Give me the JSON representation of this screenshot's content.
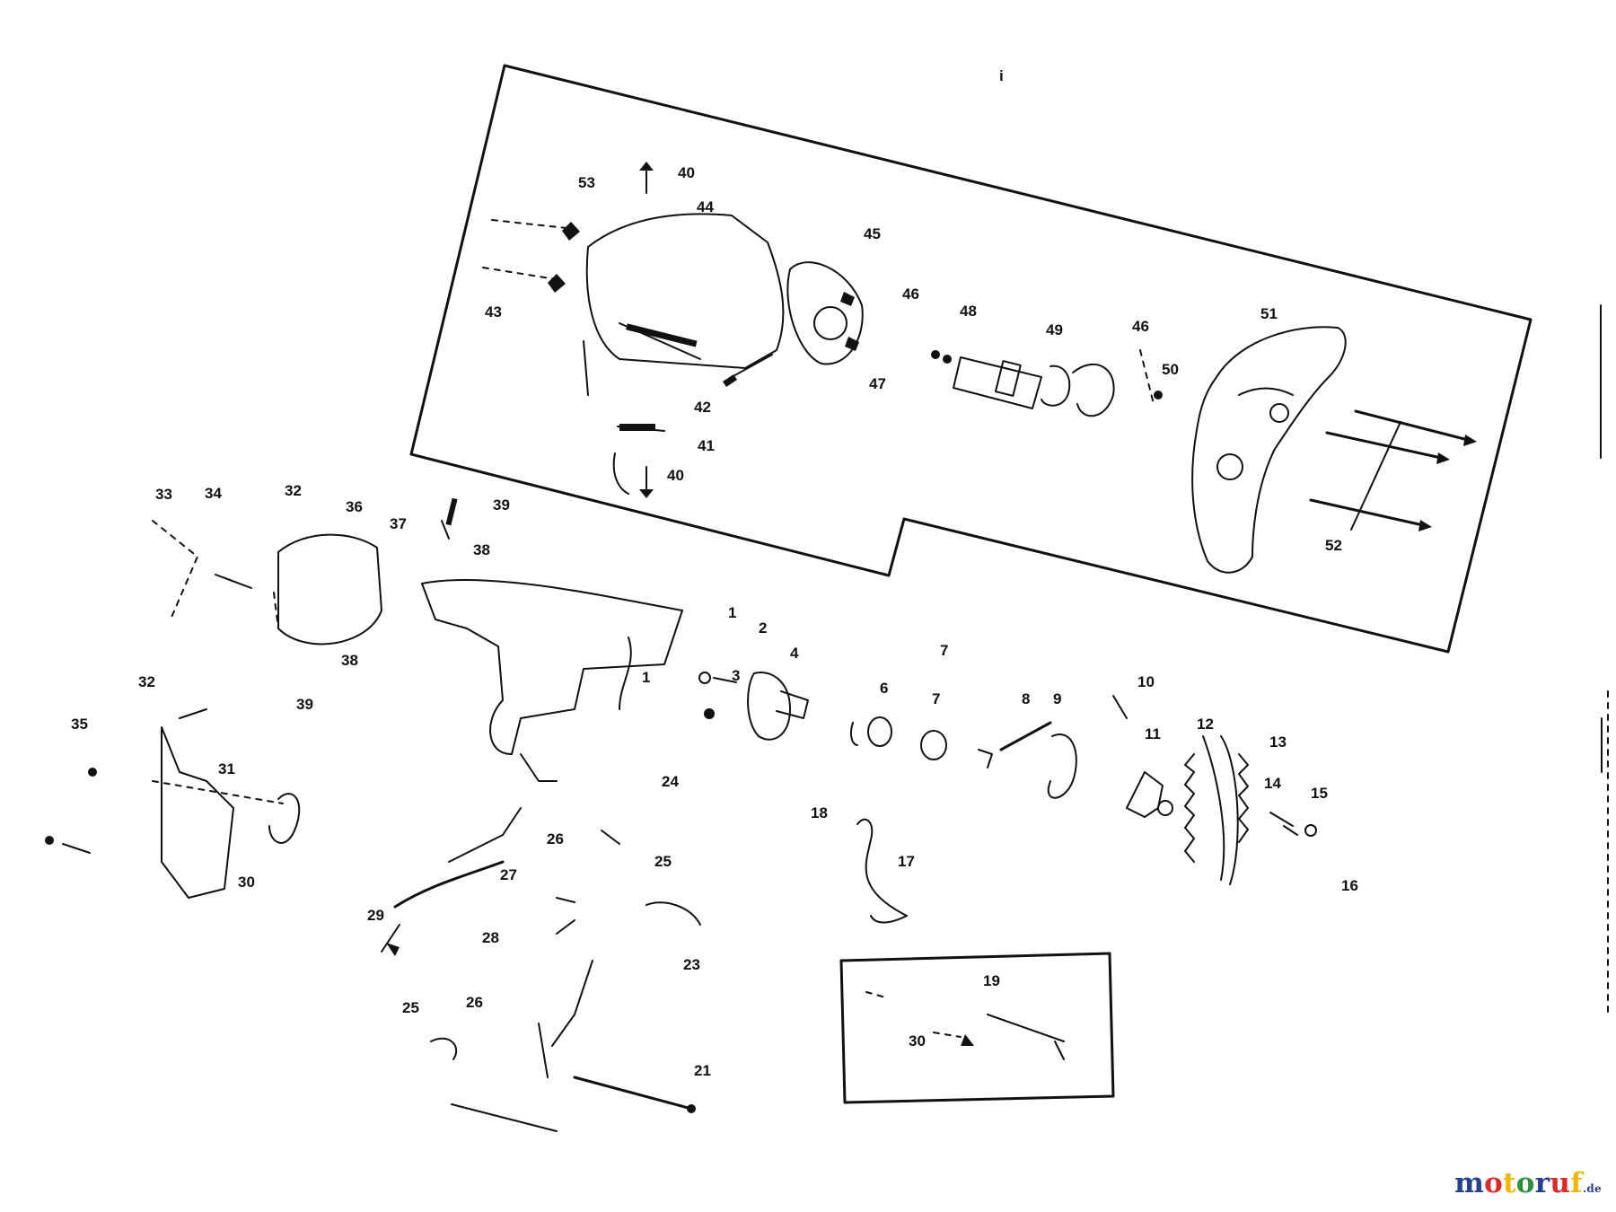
{
  "diagram": {
    "colors": {
      "ink": "#111111",
      "background": "#ffffff"
    },
    "top_mark": "i",
    "callouts": [
      {
        "id": "c40a",
        "text": "40"
      },
      {
        "id": "c53",
        "text": "53"
      },
      {
        "id": "c44",
        "text": "44"
      },
      {
        "id": "c45",
        "text": "45"
      },
      {
        "id": "c43",
        "text": "43"
      },
      {
        "id": "c46a",
        "text": "46"
      },
      {
        "id": "c48",
        "text": "48"
      },
      {
        "id": "c49",
        "text": "49"
      },
      {
        "id": "c46b",
        "text": "46"
      },
      {
        "id": "c50",
        "text": "50"
      },
      {
        "id": "c51",
        "text": "51"
      },
      {
        "id": "c47",
        "text": "47"
      },
      {
        "id": "c42",
        "text": "42"
      },
      {
        "id": "c41",
        "text": "41"
      },
      {
        "id": "c40b",
        "text": "40"
      },
      {
        "id": "c52",
        "text": "52"
      },
      {
        "id": "c33",
        "text": "33"
      },
      {
        "id": "c34",
        "text": "34"
      },
      {
        "id": "c32a",
        "text": "32"
      },
      {
        "id": "c36",
        "text": "36"
      },
      {
        "id": "c37",
        "text": "37"
      },
      {
        "id": "c39a",
        "text": "39"
      },
      {
        "id": "c38a",
        "text": "38"
      },
      {
        "id": "c38b",
        "text": "38"
      },
      {
        "id": "c39b",
        "text": "39"
      },
      {
        "id": "c1a",
        "text": "1"
      },
      {
        "id": "c2",
        "text": "2"
      },
      {
        "id": "c3",
        "text": "3"
      },
      {
        "id": "c4",
        "text": "4"
      },
      {
        "id": "c1b",
        "text": "1"
      },
      {
        "id": "c7a",
        "text": "7"
      },
      {
        "id": "c6",
        "text": "6"
      },
      {
        "id": "c7b",
        "text": "7"
      },
      {
        "id": "c8",
        "text": "8"
      },
      {
        "id": "c9",
        "text": "9"
      },
      {
        "id": "c10",
        "text": "10"
      },
      {
        "id": "c11",
        "text": "11"
      },
      {
        "id": "c12",
        "text": "12"
      },
      {
        "id": "c13",
        "text": "13"
      },
      {
        "id": "c14",
        "text": "14"
      },
      {
        "id": "c15",
        "text": "15"
      },
      {
        "id": "c16",
        "text": "16"
      },
      {
        "id": "c24",
        "text": "24"
      },
      {
        "id": "c32b",
        "text": "32"
      },
      {
        "id": "c35",
        "text": "35"
      },
      {
        "id": "c31",
        "text": "31"
      },
      {
        "id": "c30a",
        "text": "30"
      },
      {
        "id": "c29",
        "text": "29"
      },
      {
        "id": "c26a",
        "text": "26"
      },
      {
        "id": "c25a",
        "text": "25"
      },
      {
        "id": "c27",
        "text": "27"
      },
      {
        "id": "c28",
        "text": "28"
      },
      {
        "id": "c23",
        "text": "23"
      },
      {
        "id": "c18",
        "text": "18"
      },
      {
        "id": "c17",
        "text": "17"
      },
      {
        "id": "c25b",
        "text": "25"
      },
      {
        "id": "c26b",
        "text": "26"
      },
      {
        "id": "c21",
        "text": "21"
      },
      {
        "id": "c19",
        "text": "19"
      },
      {
        "id": "c30b",
        "text": "30"
      }
    ]
  },
  "watermark": {
    "text": "motoruf",
    "domain": ".de",
    "colors": [
      "#27408b",
      "#d92b2b",
      "#f2b705",
      "#2f8f3a"
    ]
  }
}
